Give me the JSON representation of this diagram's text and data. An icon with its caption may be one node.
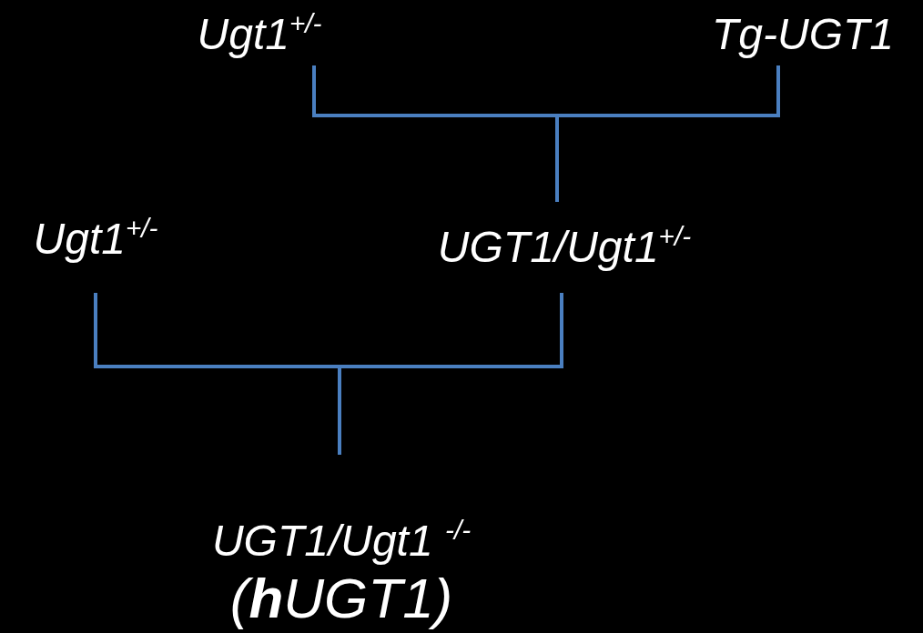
{
  "diagram": {
    "nodes": [
      {
        "text": [
          "Ugt1$^{+/-}$"
        ]
      },
      {
        "text": [
          "Tg-UGT1"
        ]
      },
      {
        "text": [
          "UGT1/Ugt1$^{+/-}$"
        ]
      },
      {
        "text": [
          "Ugt1$^{+/-}$"
        ]
      },
      {
        "text": [
          "UGT1/Ugt1 $^{-/-}$",
          "(**h**UGT1)"
        ]
      }
    ],
    "edges": [
      {
        "from": 0,
        "to": 2,
        "arrow": "none"
      },
      {
        "from": 1,
        "to": 2,
        "arrow": "none"
      },
      {
        "from": 3,
        "to": 4,
        "arrow": "none"
      },
      {
        "from": 2,
        "to": 4,
        "arrow": "none"
      }
    ]
  }
}
